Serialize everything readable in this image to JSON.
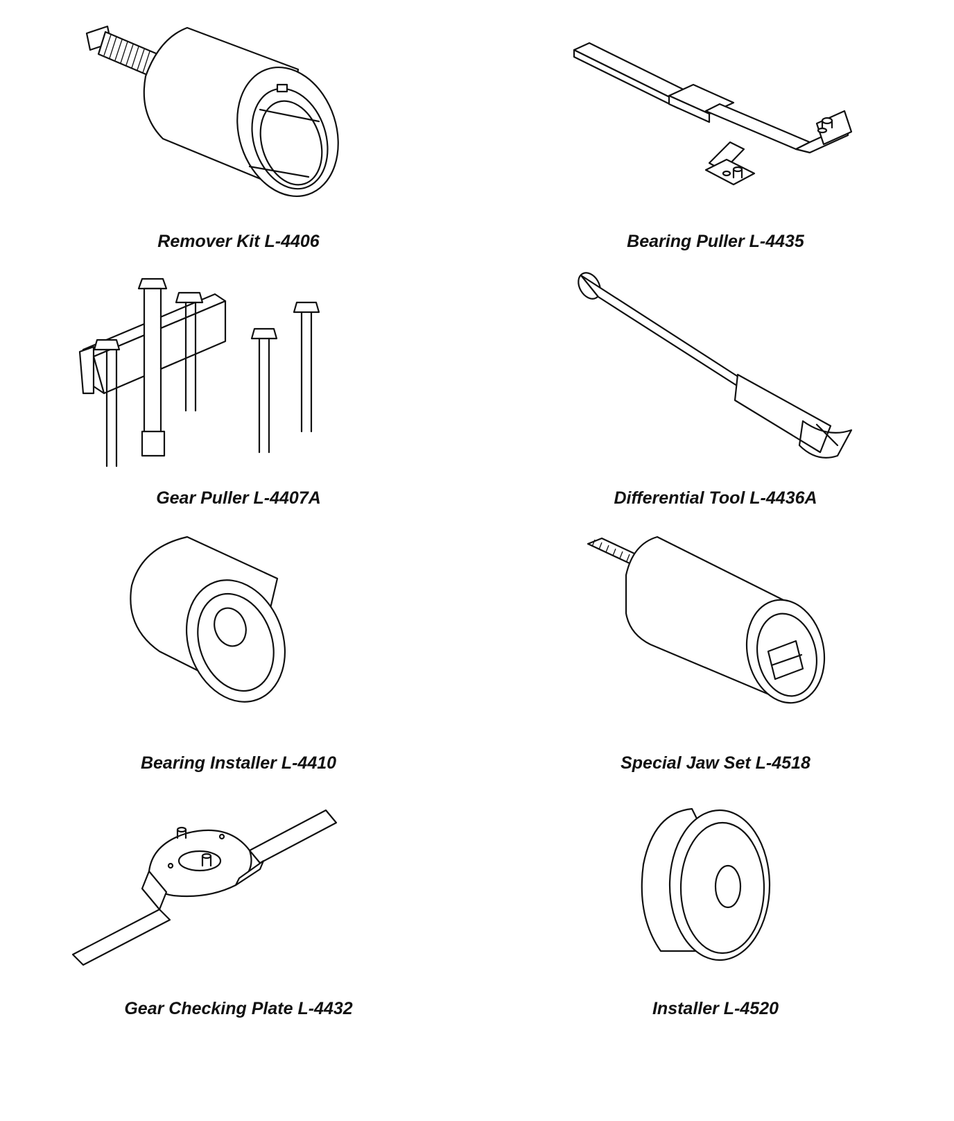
{
  "tools": [
    {
      "id": "remover-kit",
      "label": "Remover Kit L-4406"
    },
    {
      "id": "bearing-puller",
      "label": "Bearing Puller L-4435"
    },
    {
      "id": "gear-puller",
      "label": "Gear Puller L-4407A"
    },
    {
      "id": "differential-tool",
      "label": "Differential Tool L-4436A"
    },
    {
      "id": "bearing-installer",
      "label": "Bearing Installer L-4410"
    },
    {
      "id": "special-jaw-set",
      "label": "Special Jaw Set L-4518"
    },
    {
      "id": "gear-checking-plate",
      "label": "Gear Checking Plate L-4432"
    },
    {
      "id": "installer",
      "label": "Installer L-4520"
    }
  ]
}
